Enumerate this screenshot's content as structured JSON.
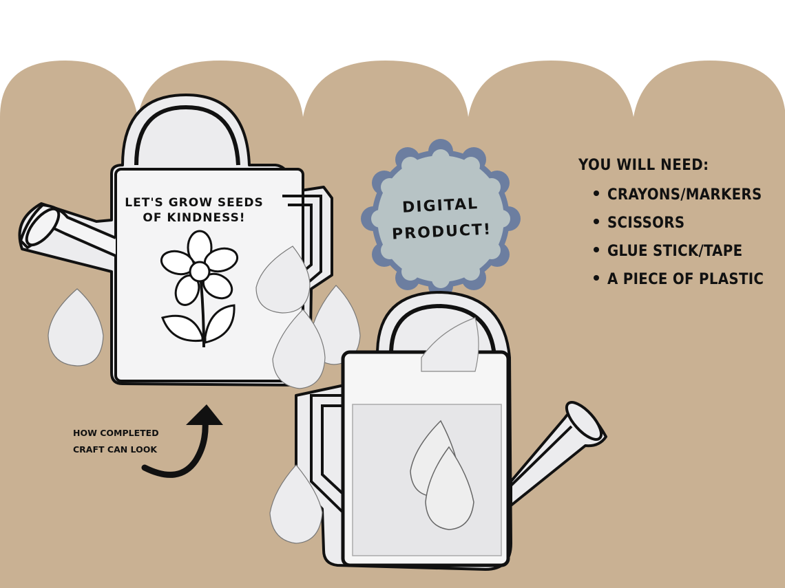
{
  "colors": {
    "background": "#c9b193",
    "badge_fill": "#b7c3c5",
    "badge_border": "#6c7ea0",
    "paper": "#ececee",
    "ink": "#111111"
  },
  "craft": {
    "title_line1": "LET'S GROW SEEDS",
    "title_line2": "OF KINDNESS!"
  },
  "badge": {
    "line1": "DIGITAL",
    "line2": "PRODUCT!"
  },
  "note": {
    "line1": "HOW COMPLETED",
    "line2": "CRAFT CAN LOOK"
  },
  "supplies": {
    "heading": "YOU WILL NEED:",
    "items": [
      "CRAYONS/MARKERS",
      "SCISSORS",
      "GLUE STICK/TAPE",
      "A PIECE OF PLASTIC"
    ]
  },
  "icons": [
    "flower-icon",
    "raindrop-icon",
    "curved-arrow-icon",
    "watering-can-icon"
  ]
}
